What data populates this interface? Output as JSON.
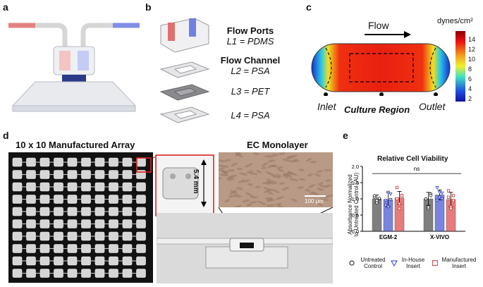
{
  "panels": {
    "a": {
      "letter": "a"
    },
    "b": {
      "letter": "b",
      "layers": [
        {
          "title": "Flow  Ports",
          "sub": "L1 = PDMS"
        },
        {
          "title": "Flow Channel",
          "sub": "L2 = PSA"
        },
        {
          "title": "",
          "sub": "L3 = PET"
        },
        {
          "title": "",
          "sub": "L4 = PSA"
        }
      ]
    },
    "c": {
      "letter": "c",
      "flow_label": "Flow",
      "unit_label": "dynes/cm²",
      "colorbar_ticks": [
        "14",
        "12",
        "10",
        "8",
        "6",
        "4",
        "2"
      ],
      "inlet": "Inlet",
      "outlet": "Outlet",
      "culture_region": "Culture Region"
    },
    "d": {
      "letter": "d",
      "array_title": "10 x 10 Manufactured Array",
      "mono_title": "EC Monolayer",
      "dim_label": "5.4 mm",
      "scale_bar": "100 μm"
    },
    "e": {
      "letter": "e",
      "chart_title": "Relative Cell Viability",
      "ylabel_line1": "Absorbance Normalized",
      "ylabel_line2": "to Untreated Control (AU)",
      "ns_label": "ns",
      "legend": [
        {
          "line1": "Untreated",
          "line2": "Control"
        },
        {
          "line1": "In-House",
          "line2": "Insert"
        },
        {
          "line1": "Manufactured",
          "line2": "Insert"
        }
      ]
    }
  },
  "chart_data": {
    "type": "bar",
    "title": "Relative Cell Viability",
    "xlabel": "",
    "ylabel": "Absorbance Normalized to Untreated Control (AU)",
    "ylim": [
      0,
      2.0
    ],
    "yticks": [
      "0.0",
      "0.5",
      "1.0",
      "1.5",
      "2.0"
    ],
    "categories": [
      "EGM-2",
      "X-VIVO"
    ],
    "series": [
      {
        "name": "Untreated Control",
        "values": [
          1.0,
          1.0
        ],
        "err": [
          0.12,
          0.2
        ],
        "color": "#555555",
        "marker": "circle",
        "points": [
          [
            1.05,
            0.88,
            1.0,
            1.1,
            0.95,
            1.02
          ],
          [
            1.0,
            0.7,
            1.15,
            1.0,
            0.75,
            1.1
          ]
        ]
      },
      {
        "name": "In-House Insert",
        "values": [
          0.97,
          1.12
        ],
        "err": [
          0.22,
          0.15
        ],
        "color": "#4d5bd6",
        "marker": "triangle",
        "points": [
          [
            0.95,
            0.75,
            1.15,
            0.8,
            1.2,
            0.98
          ],
          [
            1.35,
            1.05,
            1.18,
            0.95,
            1.2,
            1.0
          ]
        ]
      },
      {
        "name": "Manufactured Insert",
        "values": [
          1.03,
          0.98
        ],
        "err": [
          0.2,
          0.22
        ],
        "color": "#e05050",
        "marker": "square",
        "points": [
          [
            1.35,
            0.7,
            1.1,
            1.0,
            0.85,
            1.1
          ],
          [
            1.25,
            0.75,
            0.95,
            1.05,
            0.7,
            1.1
          ]
        ]
      }
    ],
    "annotation": "ns",
    "grid": false
  }
}
